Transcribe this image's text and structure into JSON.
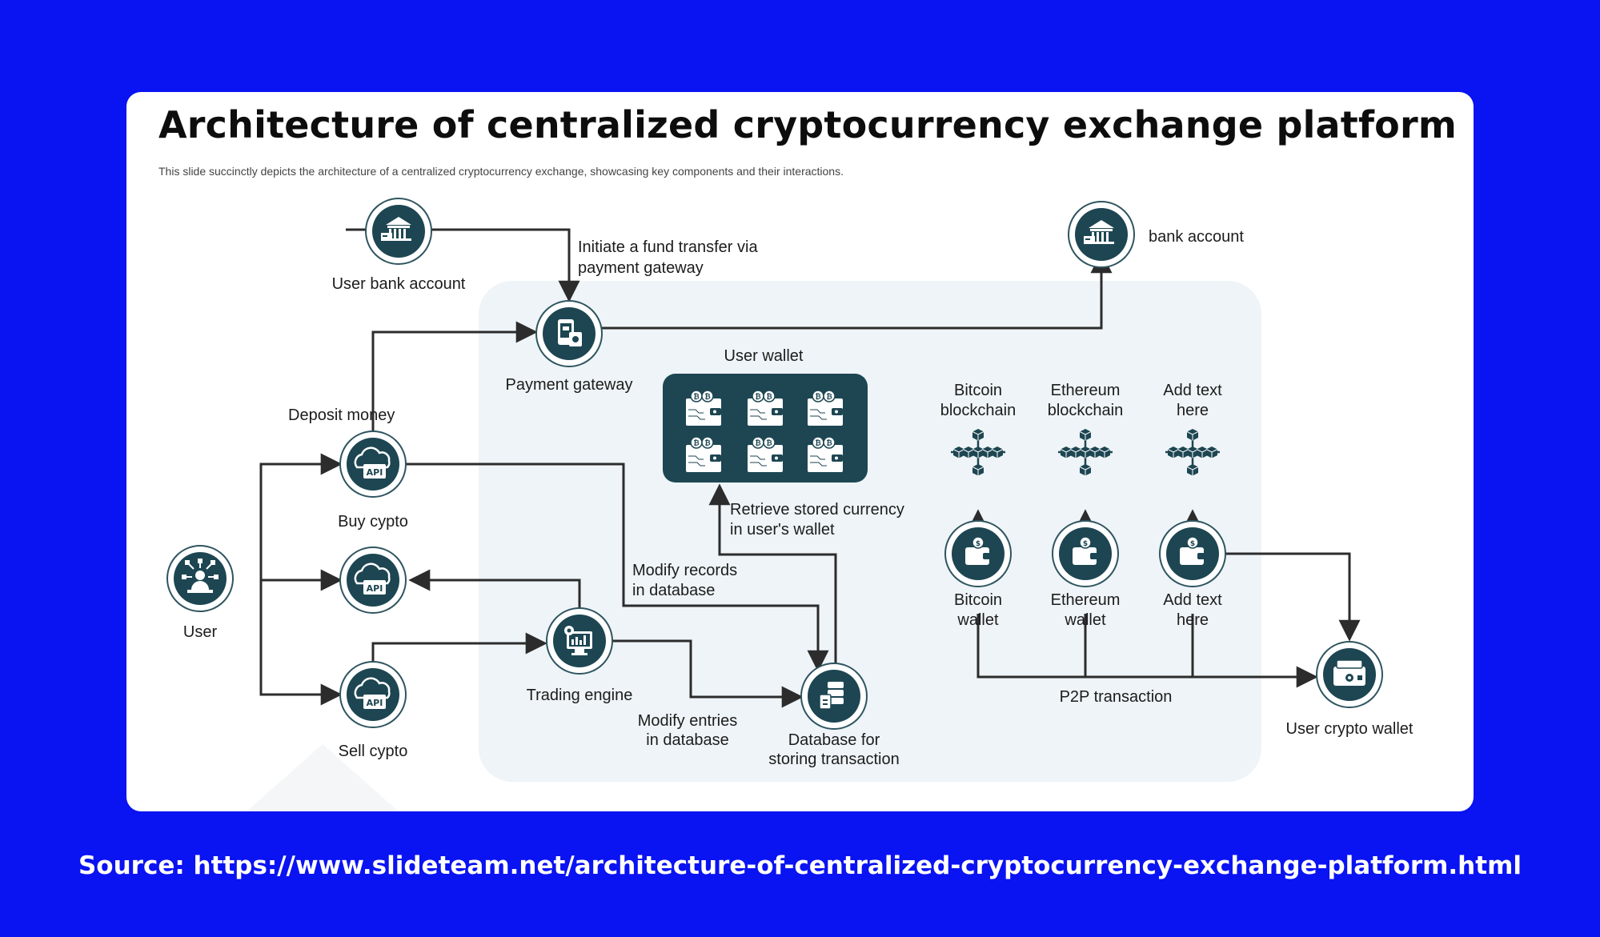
{
  "title": "Architecture of centralized cryptocurrency exchange platform",
  "subtitle": "This slide succinctly depicts the architecture of a centralized cryptocurrency exchange, showcasing key components and their interactions.",
  "source": "Source: https://www.slideteam.net/architecture-of-centralized-cryptocurrency-exchange-platform.html",
  "icons": {
    "bank": "bank-icon",
    "gateway": "payment-gateway-icon",
    "api": "api-cloud-icon",
    "user": "user-network-icon",
    "engine": "trading-engine-icon",
    "database": "database-icon",
    "wallet": "wallet-icon",
    "blockchain": "blockchain-cubes-icon",
    "purse": "crypto-wallet-icon"
  },
  "colors": {
    "background": "#0a13f2",
    "node": "#1d4652",
    "panel": "#eef4f7",
    "line": "#2c2c2c"
  },
  "nodes": {
    "user_bank_account": "User bank account",
    "bank_account": "bank account",
    "payment_gateway": "Payment gateway",
    "user_wallet": "User wallet",
    "buy_crypto": "Buy cypto",
    "sell_crypto": "Sell cypto",
    "user": "User",
    "trading_engine": "Trading engine",
    "database": [
      "Database for",
      "storing transaction"
    ],
    "user_crypto_wallet": "User crypto wallet",
    "bitcoin_blockchain": [
      "Bitcoin",
      "blockchain"
    ],
    "ethereum_blockchain": [
      "Ethereum",
      "blockchain"
    ],
    "custom_blockchain": [
      "Add text",
      "here"
    ],
    "bitcoin_wallet": [
      "Bitcoin",
      "wallet"
    ],
    "ethereum_wallet": [
      "Ethereum",
      "wallet"
    ],
    "custom_wallet": [
      "Add text",
      "here"
    ]
  },
  "edges": {
    "initiate_transfer": [
      "Initiate a fund transfer via",
      "payment gateway"
    ],
    "deposit_money": "Deposit money",
    "retrieve_currency": [
      "Retrieve stored currency",
      "in user's wallet"
    ],
    "modify_records": [
      "Modify records",
      "in database"
    ],
    "modify_entries": [
      "Modify entries",
      "in database"
    ],
    "p2p_transaction": "P2P transaction"
  }
}
